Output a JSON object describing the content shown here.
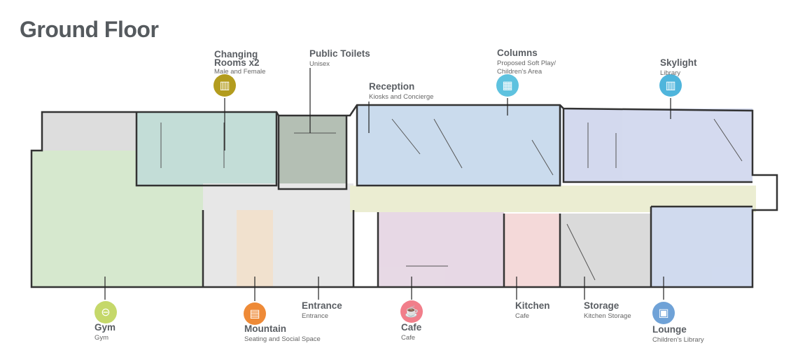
{
  "title": "Ground Floor",
  "spaces": {
    "changing": {
      "title_line1": "Changing",
      "title_line2": "Rooms x2",
      "subtitle": "Male and Female",
      "icon": "lockers-icon",
      "color": "#b39c1e"
    },
    "toilets": {
      "title": "Public Toilets",
      "subtitle": "Unisex"
    },
    "reception": {
      "title": "Reception",
      "subtitle": "Kiosks and Concierge"
    },
    "columns": {
      "title": "Columns",
      "subtitle_line1": "Proposed Soft Play/",
      "subtitle_line2": "Children's Area",
      "icon": "play-area-icon",
      "color": "#5ec2df"
    },
    "skylight": {
      "title": "Skylight",
      "subtitle": "Library",
      "icon": "books-icon",
      "color": "#4fb5dc"
    },
    "gym": {
      "title": "Gym",
      "subtitle": "Gym",
      "icon": "dumbbell-icon",
      "color": "#c5d86a"
    },
    "mountain": {
      "title": "Mountain",
      "subtitle": "Seating and Social Space",
      "icon": "seating-icon",
      "color": "#ee8a37"
    },
    "entrance": {
      "title": "Entrance",
      "subtitle": "Entrance"
    },
    "cafe": {
      "title": "Cafe",
      "subtitle": "Cafe",
      "icon": "coffee-cup-icon",
      "color": "#f17e8a"
    },
    "kitchen": {
      "title": "Kitchen",
      "subtitle": "Cafe"
    },
    "storage": {
      "title": "Storage",
      "subtitle": "Kitchen Storage"
    },
    "lounge": {
      "title": "Lounge",
      "subtitle": "Children's Library",
      "icon": "book-icon",
      "color": "#6fa2d7"
    }
  }
}
